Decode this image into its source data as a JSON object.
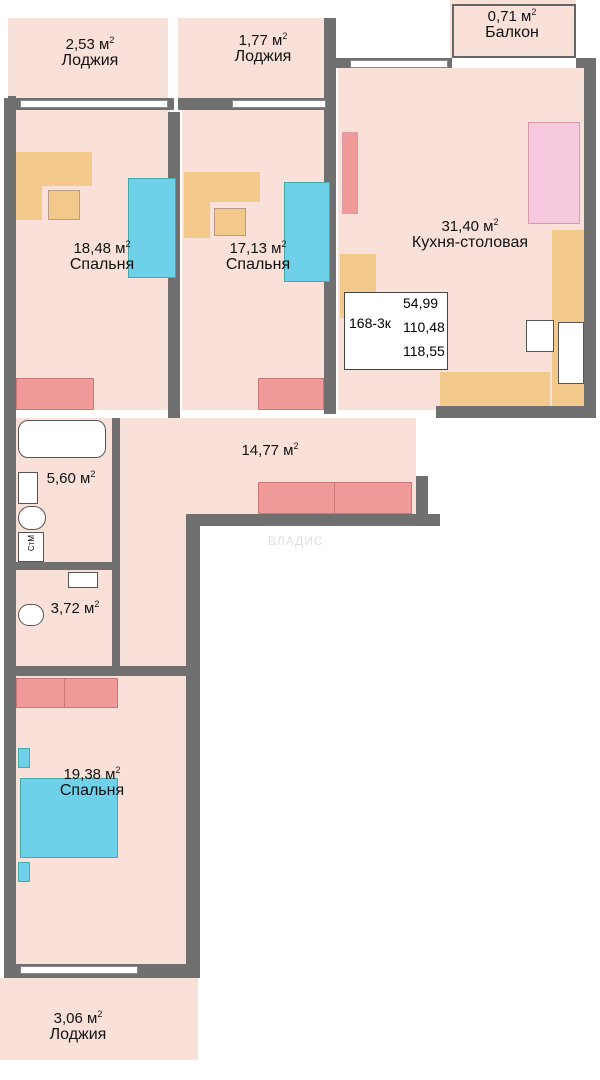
{
  "rooms": {
    "loggia_1": {
      "area": "2,53 м",
      "sup": "2",
      "name": "Лоджия"
    },
    "loggia_2": {
      "area": "1,77 м",
      "sup": "2",
      "name": "Лоджия"
    },
    "balcony": {
      "area": "0,71 м",
      "sup": "2",
      "name": "Балкон"
    },
    "bedroom_1": {
      "area": "18,48 м",
      "sup": "2",
      "name": "Спальня"
    },
    "bedroom_2": {
      "area": "17,13 м",
      "sup": "2",
      "name": "Спальня"
    },
    "kitchen": {
      "area": "31,40 м",
      "sup": "2",
      "name": "Кухня-столовая"
    },
    "hall": {
      "area": "14,77 м",
      "sup": "2"
    },
    "bathroom": {
      "area": "5,60 м",
      "sup": "2"
    },
    "wc": {
      "area": "3,72 м",
      "sup": "2"
    },
    "bedroom_3": {
      "area": "19,38 м",
      "sup": "2",
      "name": "Спальня"
    },
    "loggia_3": {
      "area": "3,06 м",
      "sup": "2",
      "name": "Лоджия"
    }
  },
  "apartment": {
    "code": "168-3к",
    "living_area": "54,99",
    "total_area": "110,48",
    "total_with_loggias": "118,55"
  },
  "laundry_label": "СтМ",
  "watermark": "ВЛАДИС",
  "colors": {
    "floor": "#f9e1da",
    "wall": "#707070",
    "bed": "#6fd0ea",
    "wardrobe": "#f09a9a",
    "desk": "#f3c98b",
    "sofa": "#f7c9de"
  }
}
